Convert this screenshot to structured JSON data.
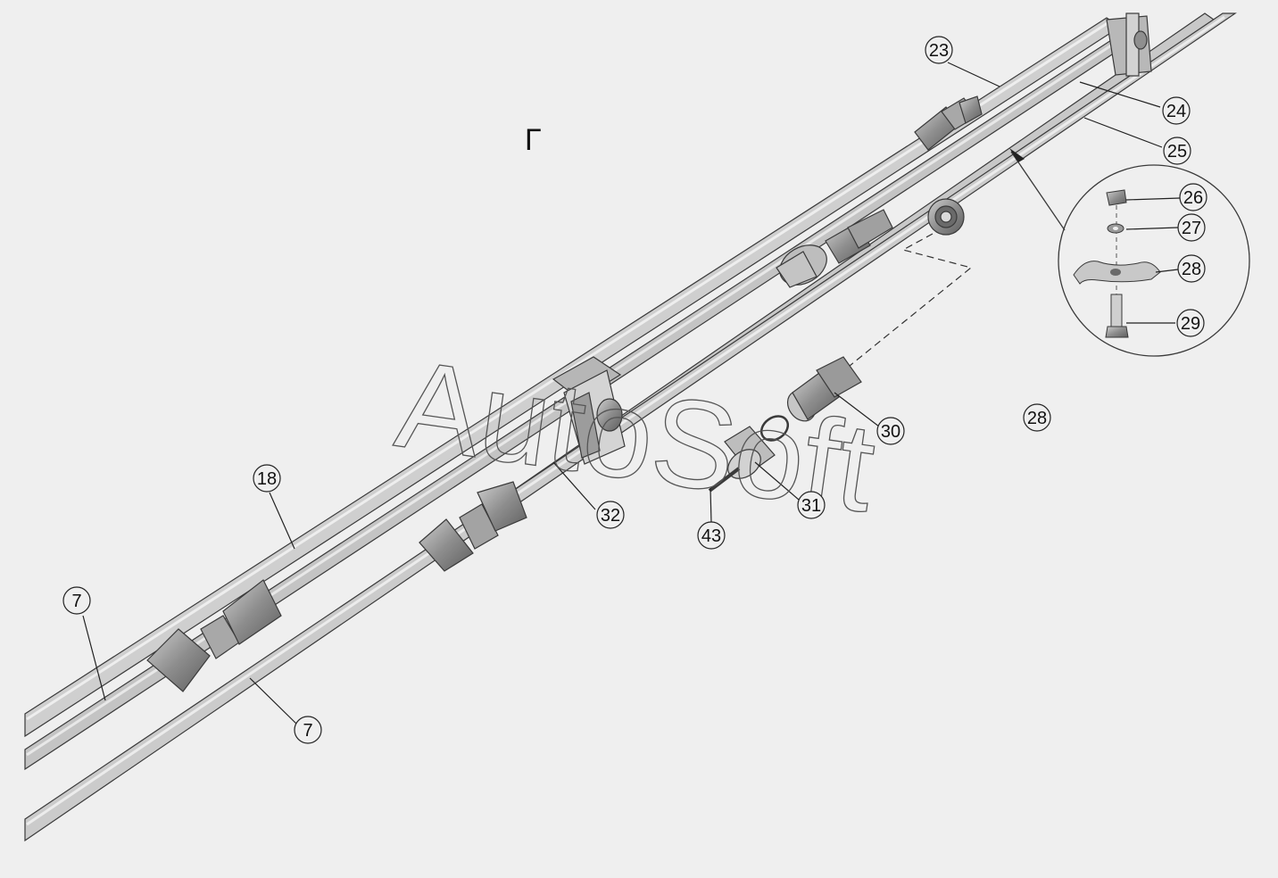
{
  "view_letter": "Г",
  "watermark": "AutoSoft",
  "callouts": [
    {
      "id": "c23",
      "label": "23"
    },
    {
      "id": "c24",
      "label": "24"
    },
    {
      "id": "c25",
      "label": "25"
    },
    {
      "id": "c26",
      "label": "26"
    },
    {
      "id": "c27",
      "label": "27"
    },
    {
      "id": "c28a",
      "label": "28"
    },
    {
      "id": "c29",
      "label": "29"
    },
    {
      "id": "c30",
      "label": "30"
    },
    {
      "id": "c28b",
      "label": "28"
    },
    {
      "id": "c31",
      "label": "31"
    },
    {
      "id": "c32",
      "label": "32"
    },
    {
      "id": "c43",
      "label": "43"
    },
    {
      "id": "c18",
      "label": "18"
    },
    {
      "id": "c7a",
      "label": "7"
    },
    {
      "id": "c7b",
      "label": "7"
    }
  ],
  "colors": {
    "background": "#efefef",
    "pipe_fill": "#c9c9c9",
    "pipe_highlight": "#e6e6e6",
    "outline": "#3a3a3a",
    "fitting": "#9a9a9a",
    "fitting_dark": "#6e6e6e"
  }
}
